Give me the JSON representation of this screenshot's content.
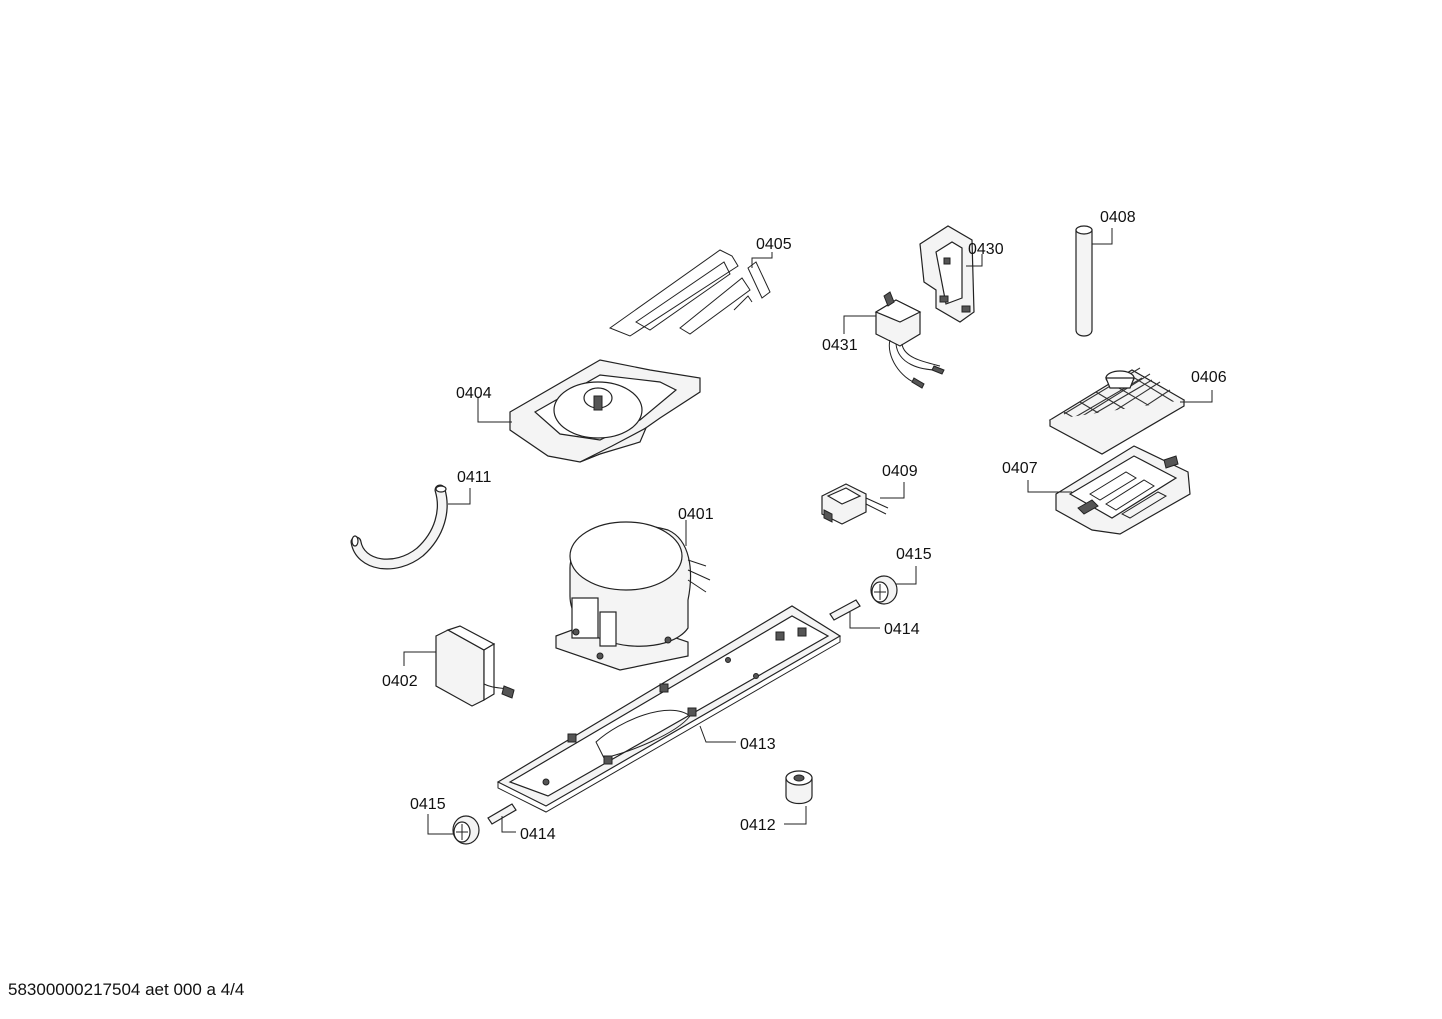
{
  "labels": {
    "p0401": "0401",
    "p0402": "0402",
    "p0404": "0404",
    "p0405": "0405",
    "p0406": "0406",
    "p0407": "0407",
    "p0408": "0408",
    "p0409": "0409",
    "p0411": "0411",
    "p0412": "0412",
    "p0413": "0413",
    "p0414a": "0414",
    "p0414b": "0414",
    "p0415a": "0415",
    "p0415b": "0415",
    "p0430": "0430",
    "p0431": "0431"
  },
  "footer": "58300000217504 aet 000 a 4/4"
}
